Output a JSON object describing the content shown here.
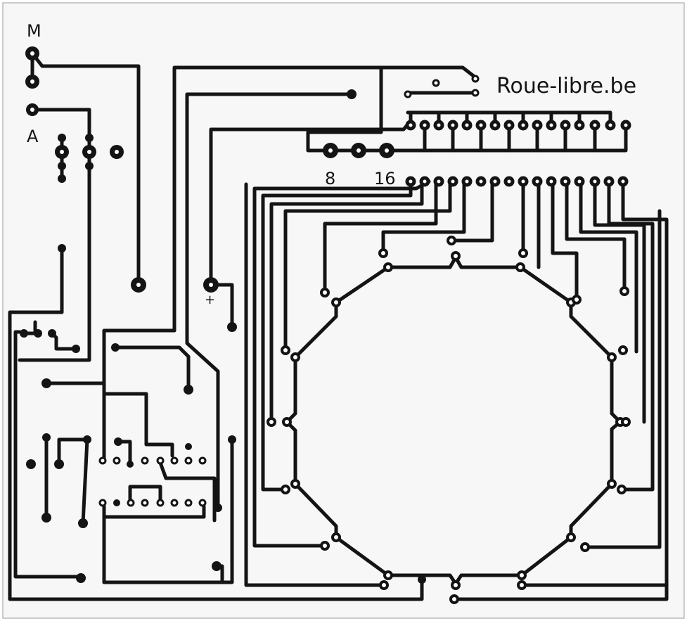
{
  "board": {
    "colors": {
      "substrate": "#f7f7f7",
      "copper": "#141414",
      "pad_hole": "#ffffff",
      "frame": "#9a9a9a"
    }
  },
  "labels": {
    "m": "M",
    "a": "A",
    "site": "Roue-libre.be",
    "pad_8": "8",
    "pad_16": "16",
    "plus": "+"
  }
}
